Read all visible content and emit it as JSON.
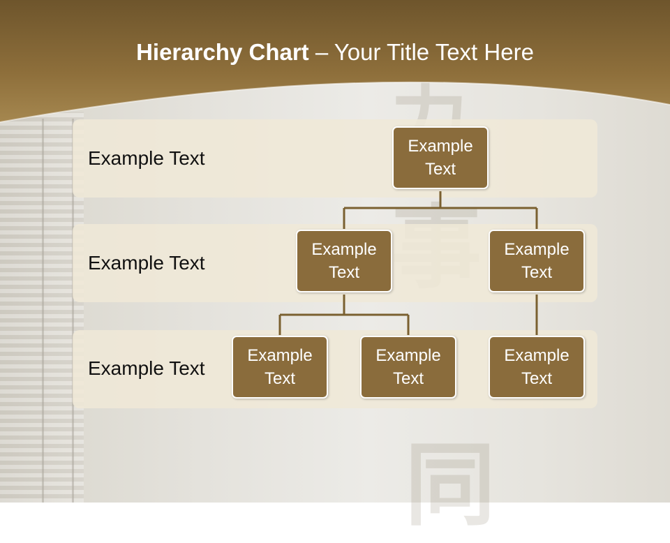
{
  "title": {
    "bold": "Hierarchy Chart",
    "rest": " – Your Title Text Here"
  },
  "levels": [
    {
      "label": "Example Text"
    },
    {
      "label": "Example Text"
    },
    {
      "label": "Example Text"
    }
  ],
  "nodes": {
    "root": {
      "line1": "Example",
      "line2": "Text"
    },
    "mid_left": {
      "line1": "Example",
      "line2": "Text"
    },
    "mid_right": {
      "line1": "Example",
      "line2": "Text"
    },
    "leaf_1": {
      "line1": "Example",
      "line2": "Text"
    },
    "leaf_2": {
      "line1": "Example",
      "line2": "Text"
    },
    "leaf_3": {
      "line1": "Example",
      "line2": "Text"
    }
  },
  "colors": {
    "header": "#7a6030",
    "node": "#8a6c3c",
    "band": "#f0e9d7",
    "connector": "#7a6030"
  }
}
